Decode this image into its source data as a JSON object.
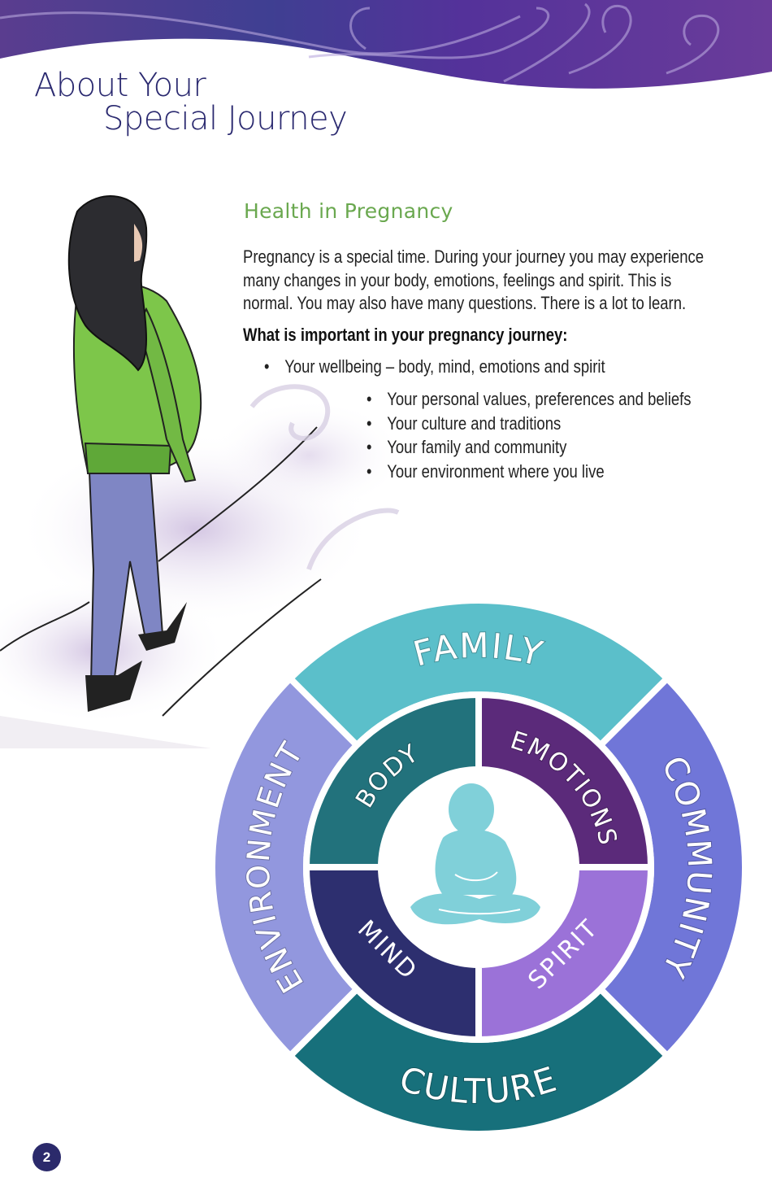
{
  "header": {
    "title_line1": "About Your",
    "title_line2": "Special Journey"
  },
  "section": {
    "heading": "Health in Pregnancy",
    "paragraph": "Pregnancy is a special time. During your journey you may experience many changes in your body, emotions, feelings and spirit. This is normal. You may also have many questions. There is a lot to learn.",
    "question": "What is important in your pregnancy journey:",
    "bullets_first": [
      "Your wellbeing – body, mind, emotions and spirit"
    ],
    "bullets_second": [
      "Your personal values, preferences and beliefs",
      "Your culture and traditions",
      "Your family and community",
      "Your environment where you live"
    ]
  },
  "wheel": {
    "outer": {
      "family": "FAMILY",
      "community": "COMMUNITY",
      "culture": "CULTURE",
      "environment": "ENVIRONMENT"
    },
    "inner": {
      "body": "BODY",
      "emotions": "EMOTIONS",
      "mind": "MIND",
      "spirit": "SPIRIT"
    },
    "colors": {
      "family": "#5bbfca",
      "community": "#7076d8",
      "culture": "#17707b",
      "environment": "#9297de",
      "body": "#22727c",
      "emotions": "#5b2a7a",
      "mind": "#2d2f6f",
      "spirit": "#9b72d8",
      "figure": "#80d0d9"
    }
  },
  "colors": {
    "title": "#2b2a70",
    "heading": "#6aa84f",
    "banner": "#4a3a93"
  },
  "page_number": "2"
}
